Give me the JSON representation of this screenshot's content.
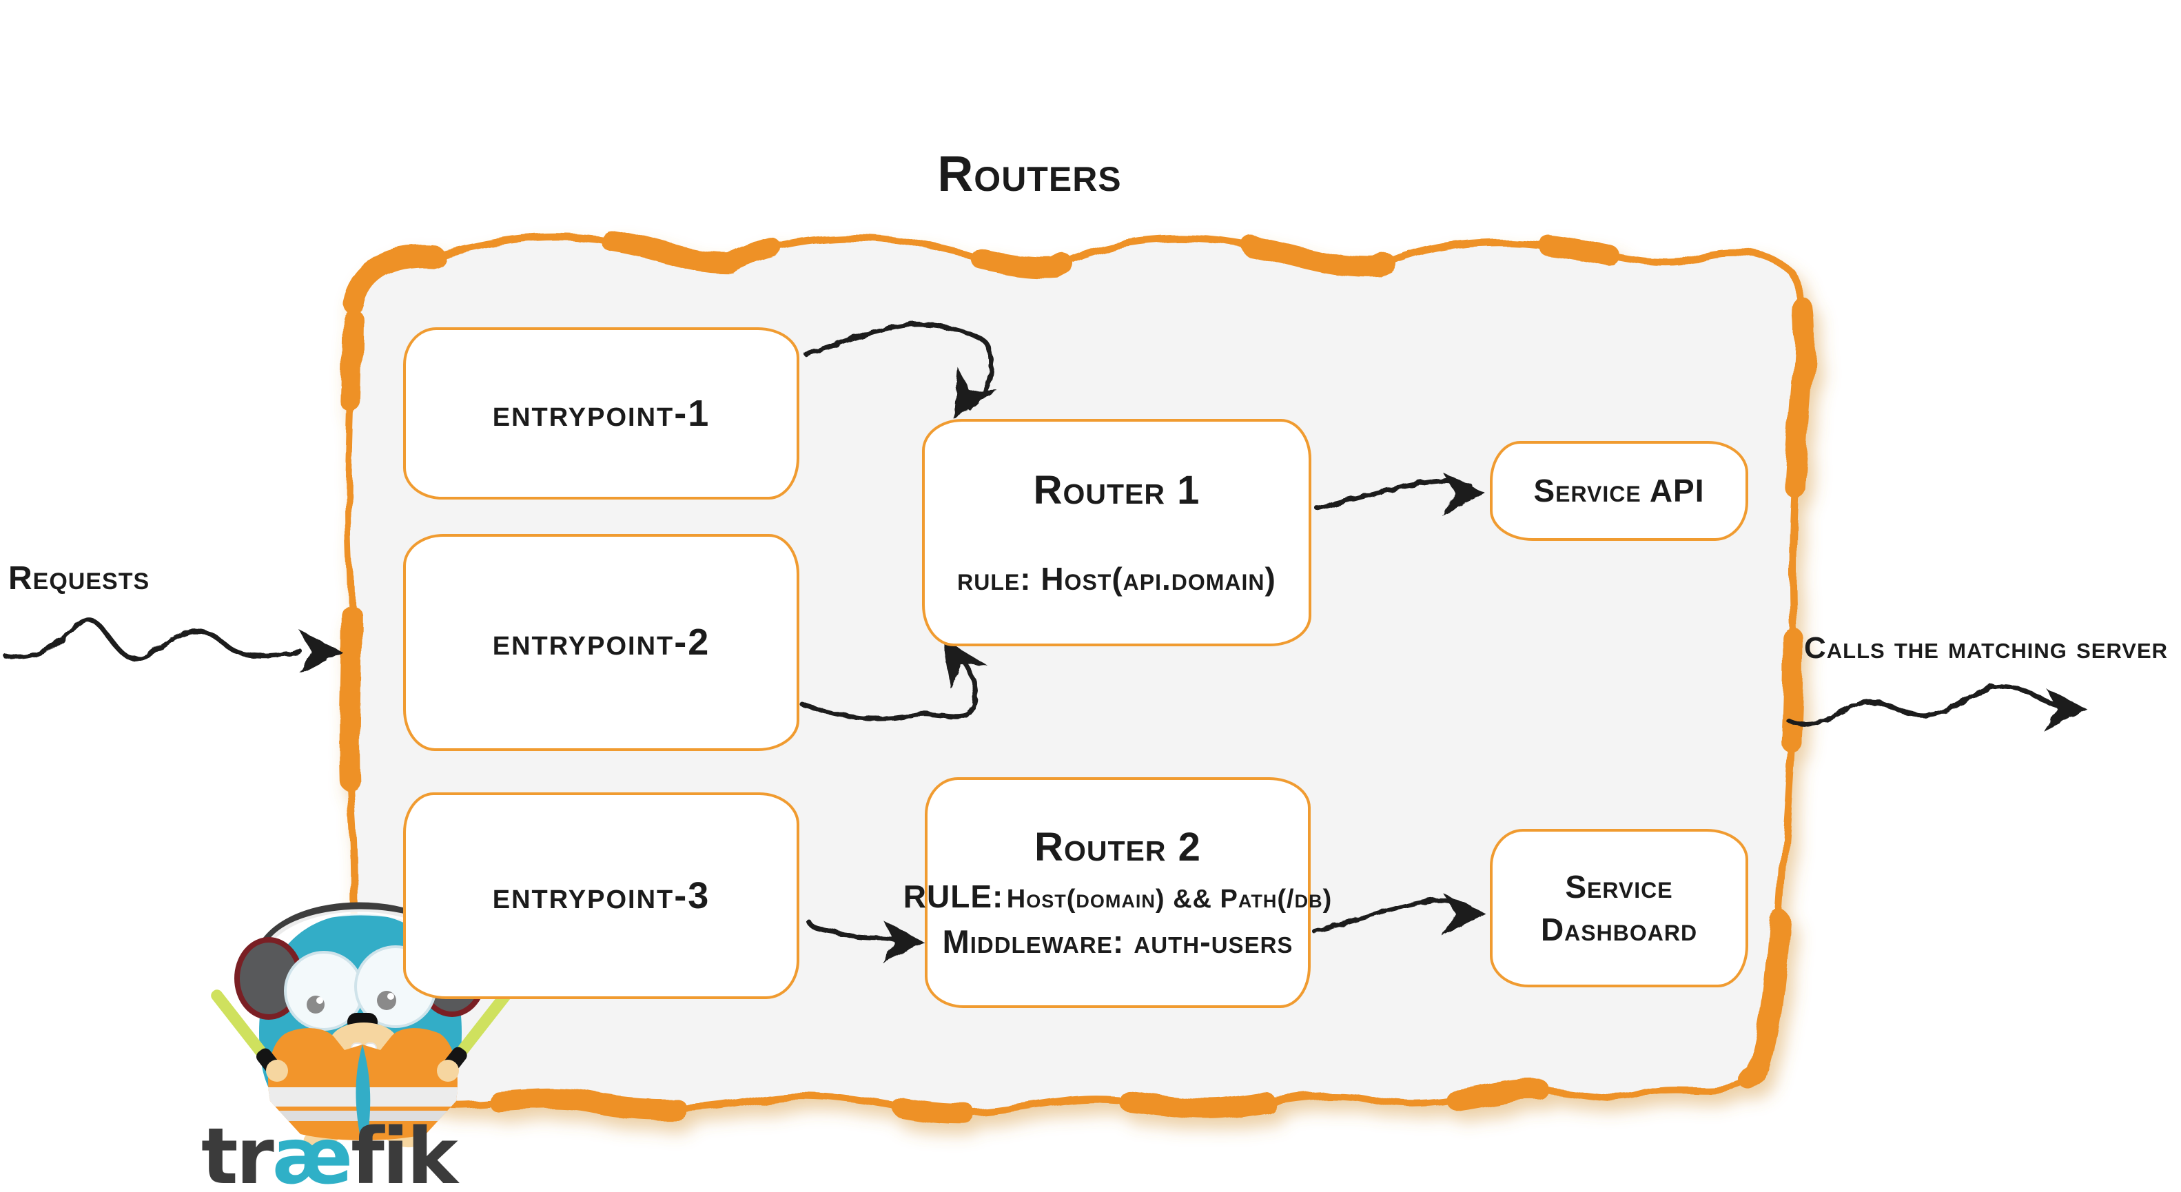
{
  "title": "Routers",
  "annotations": {
    "requests": "Requests",
    "calls": "Calls the matching server"
  },
  "entrypoints": [
    {
      "label": "entrypoint-1"
    },
    {
      "label": "entrypoint-2"
    },
    {
      "label": "entrypoint-3"
    }
  ],
  "routers": [
    {
      "name": "Router 1",
      "rule": "rule: Host(api.domain)"
    },
    {
      "name": "Router 2",
      "rule_label": "RULE:",
      "rule": "Host(domain) && Path(/db)",
      "middleware": "Middleware: auth-users"
    }
  ],
  "services": [
    {
      "label": "Service API"
    },
    {
      "label": "Service Dashboard"
    }
  ],
  "logo": {
    "part1": "tr",
    "part2": "æ",
    "part3": "fik"
  },
  "colors": {
    "orange": "#EE9126",
    "teal": "#33ADC7",
    "ink": "#1b1b1b",
    "container_fill": "#f4f4f4",
    "wand_green": "#cfe15e"
  }
}
